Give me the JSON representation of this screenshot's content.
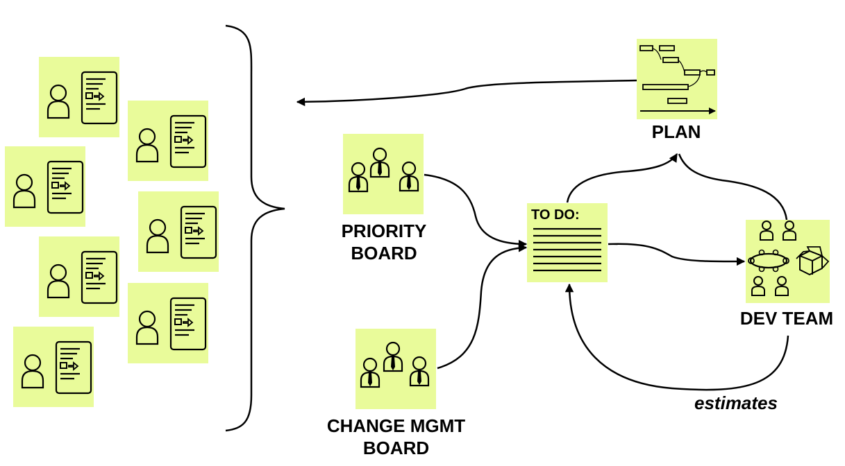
{
  "diagram": {
    "labels": {
      "plan": "PLAN",
      "priority_board": [
        "PRIORITY",
        "BOARD"
      ],
      "change_mgmt_board": [
        "CHANGE MGMT",
        "BOARD"
      ],
      "todo_header": "TO DO:",
      "dev_team": "DEV TEAM",
      "estimates": "estimates"
    },
    "colors": {
      "sticky_note": "#e9fb9a",
      "stroke": "#000000"
    },
    "icons": {
      "requirement_card": "person-with-document-icon",
      "board": "group-of-three-people-icon",
      "plan": "gantt-chart-icon",
      "todo": "checklist-icon",
      "dev_team": "team-with-product-box-icon"
    }
  }
}
